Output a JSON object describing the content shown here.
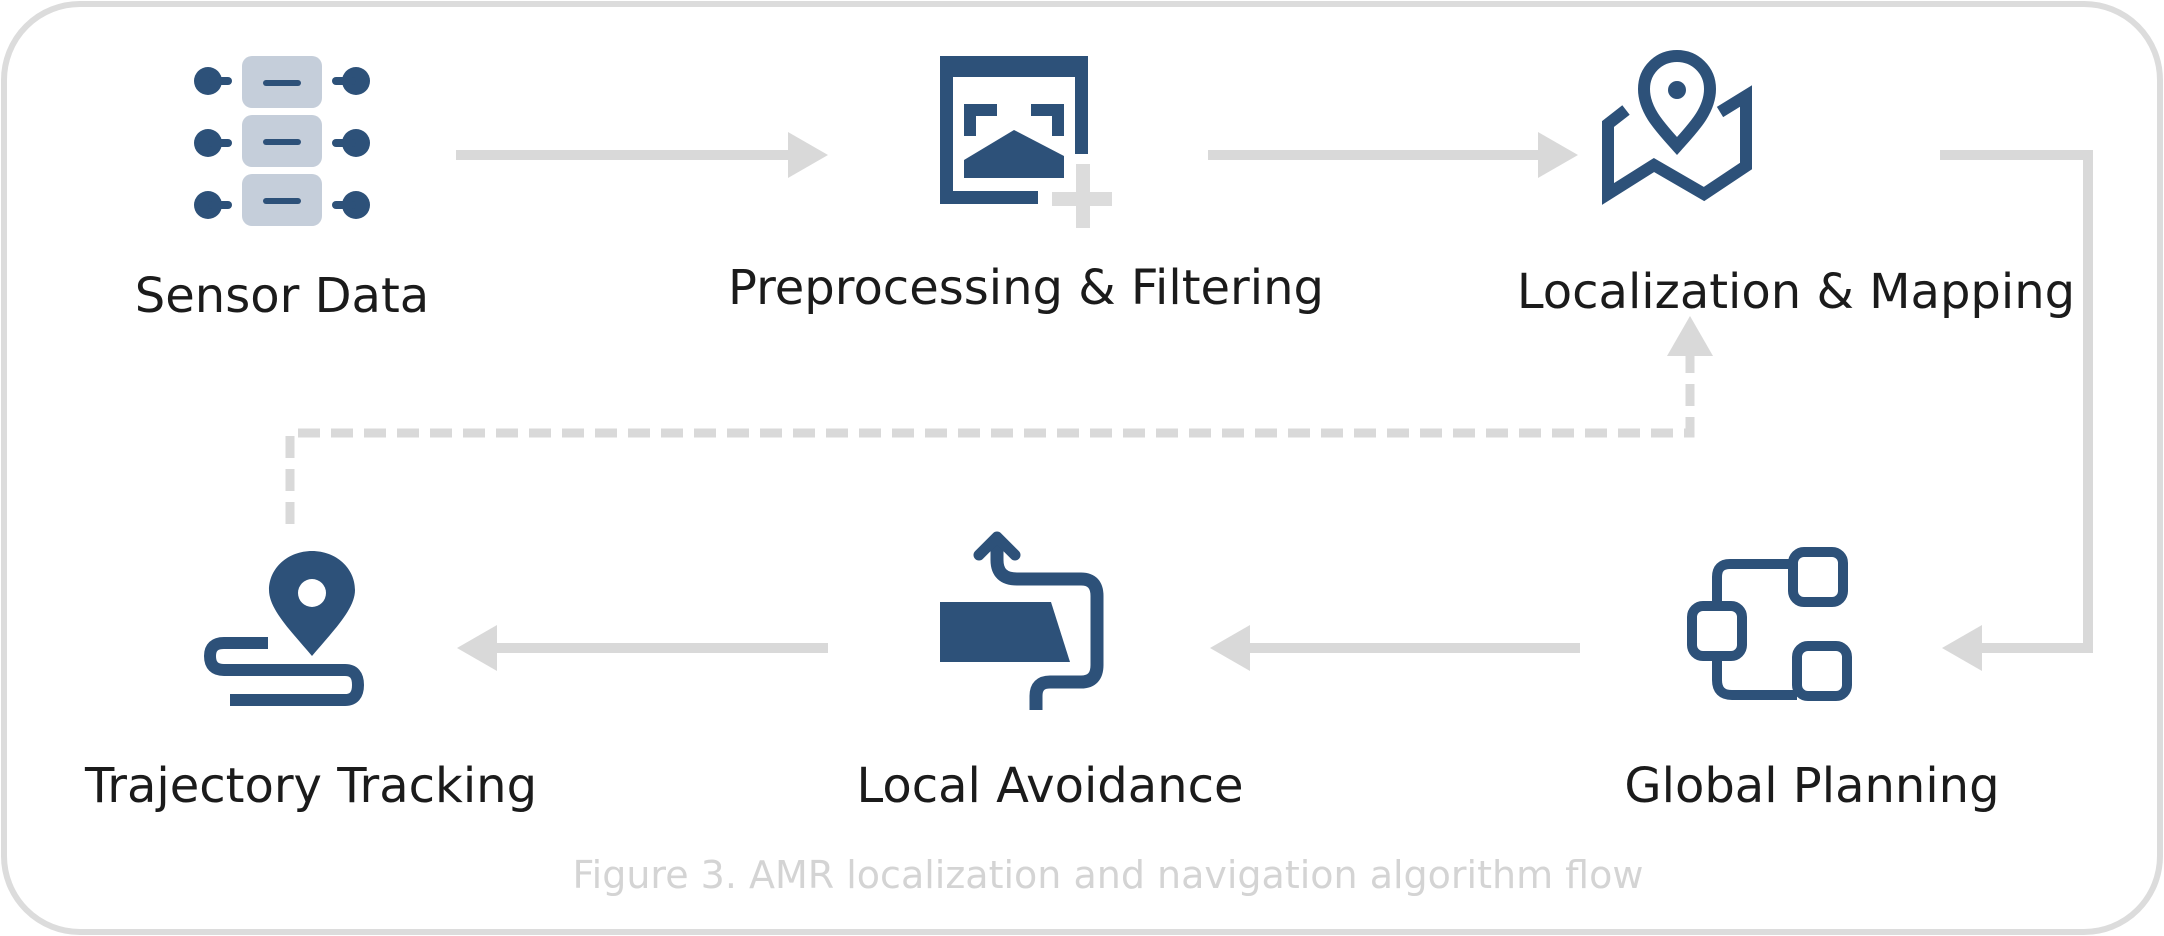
{
  "diagram": {
    "steps": [
      {
        "id": "sensor",
        "label": "Sensor Data",
        "icon": "sensor-data-icon"
      },
      {
        "id": "preprocess",
        "label": "Preprocessing & Filtering",
        "icon": "image-filter-icon"
      },
      {
        "id": "localization",
        "label": "Localization & Mapping",
        "icon": "map-pin-icon"
      },
      {
        "id": "global",
        "label": "Global Planning",
        "icon": "flowchart-icon"
      },
      {
        "id": "local",
        "label": "Local Avoidance",
        "icon": "detour-icon"
      },
      {
        "id": "trajectory",
        "label": "Trajectory Tracking",
        "icon": "route-pin-icon"
      }
    ],
    "caption": "Figure 3. AMR localization and navigation algorithm flow",
    "colors": {
      "icon": "#2d5179",
      "icon_light": "#c5ceda",
      "arrow": "#d9d9d9",
      "border": "#dcdcdc",
      "text": "#1b1b1b",
      "caption": "#d4d4d4"
    }
  }
}
